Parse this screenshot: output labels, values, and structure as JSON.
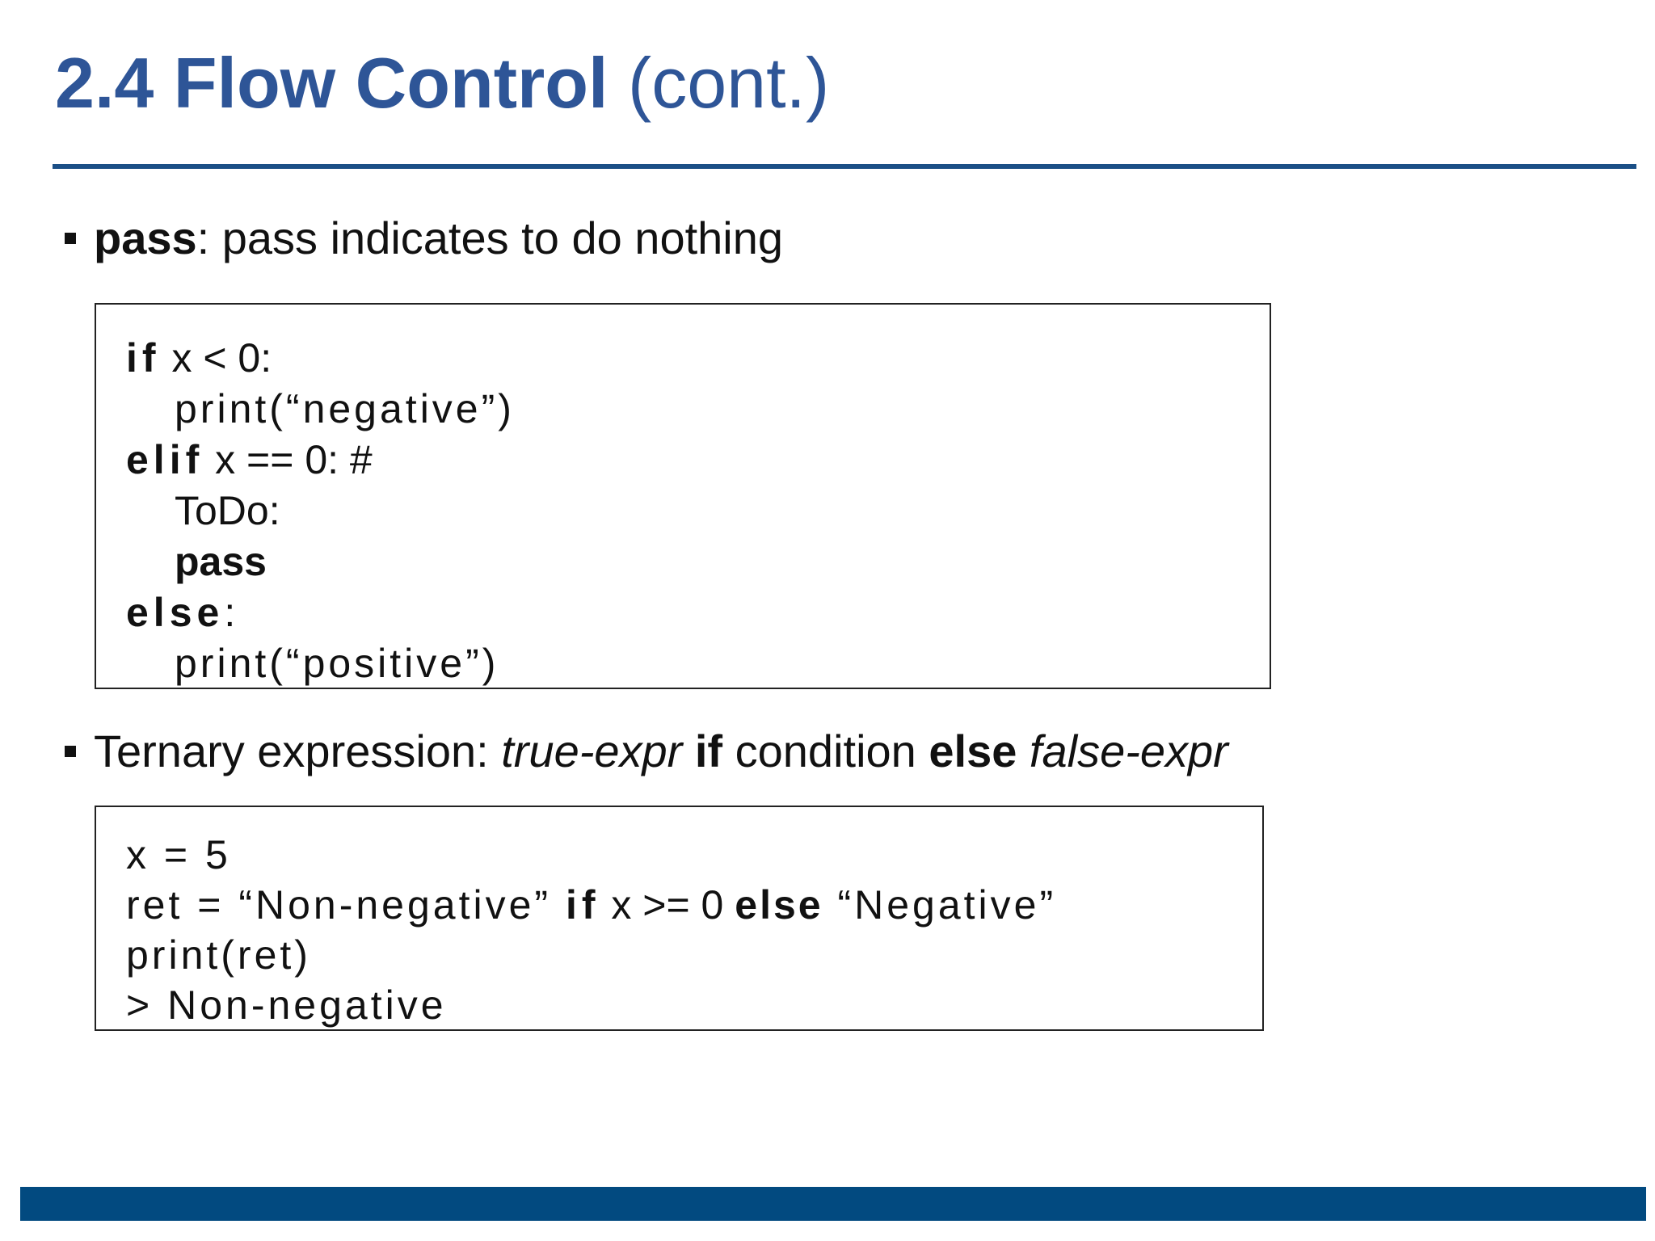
{
  "title": {
    "main": "2.4 Flow Control",
    "suffix": "(cont.)"
  },
  "bullets": [
    {
      "term": "pass",
      "text": ": pass indicates to do nothing"
    },
    {
      "prefix": "Ternary expression: ",
      "true_expr": "true-expr",
      "kw_if": " if",
      "condition": " condition ",
      "kw_else": "else",
      "false_expr": " false-expr"
    }
  ],
  "code_block_1": {
    "line1": {
      "kw": "if",
      "rest": " x < 0:"
    },
    "line2": {
      "rest": "print(“negative”)"
    },
    "line3": {
      "kw": "elif",
      "rest": " x == 0:   #"
    },
    "line4": {
      "rest": "ToDo:"
    },
    "line5": {
      "kw": "pass"
    },
    "line6": {
      "kw": "else",
      "rest": ":"
    },
    "line7": {
      "rest": "print(“positive”)"
    }
  },
  "code_block_2": {
    "line1": {
      "rest": "x = 5"
    },
    "line2": {
      "a": "ret = “Non-negative” ",
      "kw_if": "if",
      "b": " x >= 0 ",
      "kw_else": "else",
      "c": " “Negative”"
    },
    "line3": {
      "rest": "print(ret)"
    },
    "line4": {
      "rest": "> Non-negative"
    }
  },
  "colors": {
    "title": "#2e5597",
    "rule": "#1b4f86",
    "footer": "#024a80"
  }
}
